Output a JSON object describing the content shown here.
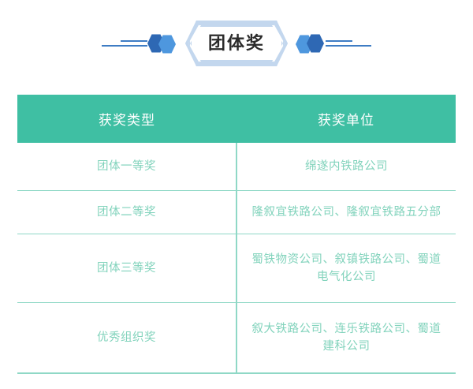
{
  "banner": {
    "title": "团体奖",
    "decoration": {
      "left_icon": "hexagon-pair-left",
      "right_icon": "hexagon-pair-right",
      "hex_dark_color": "#2E68B4",
      "hex_light_color": "#4E97DE",
      "line_color": "#3E7CC4",
      "frame_color": "#C3D7EE"
    }
  },
  "table": {
    "header_bg": "#3FBFA3",
    "header_text_color": "#FFFFFF",
    "body_text_color": "#82D3BC",
    "border_color": "#8FD8C6",
    "columns": [
      "获奖类型",
      "获奖单位"
    ],
    "rows": [
      {
        "type": "团体一等奖",
        "unit_lines": [
          "绵遂内铁路公司"
        ]
      },
      {
        "type": "团体二等奖",
        "unit_lines": [
          "隆叙宜铁路公司、隆叙宜铁路五分部"
        ]
      },
      {
        "type": "团体三等奖",
        "unit_lines": [
          "蜀铁物资公司、叙镇铁路公司、蜀道",
          "电气化公司"
        ]
      },
      {
        "type": "优秀组织奖",
        "unit_lines": [
          "叙大铁路公司、连乐铁路公司、蜀道",
          "建科公司"
        ]
      }
    ]
  }
}
